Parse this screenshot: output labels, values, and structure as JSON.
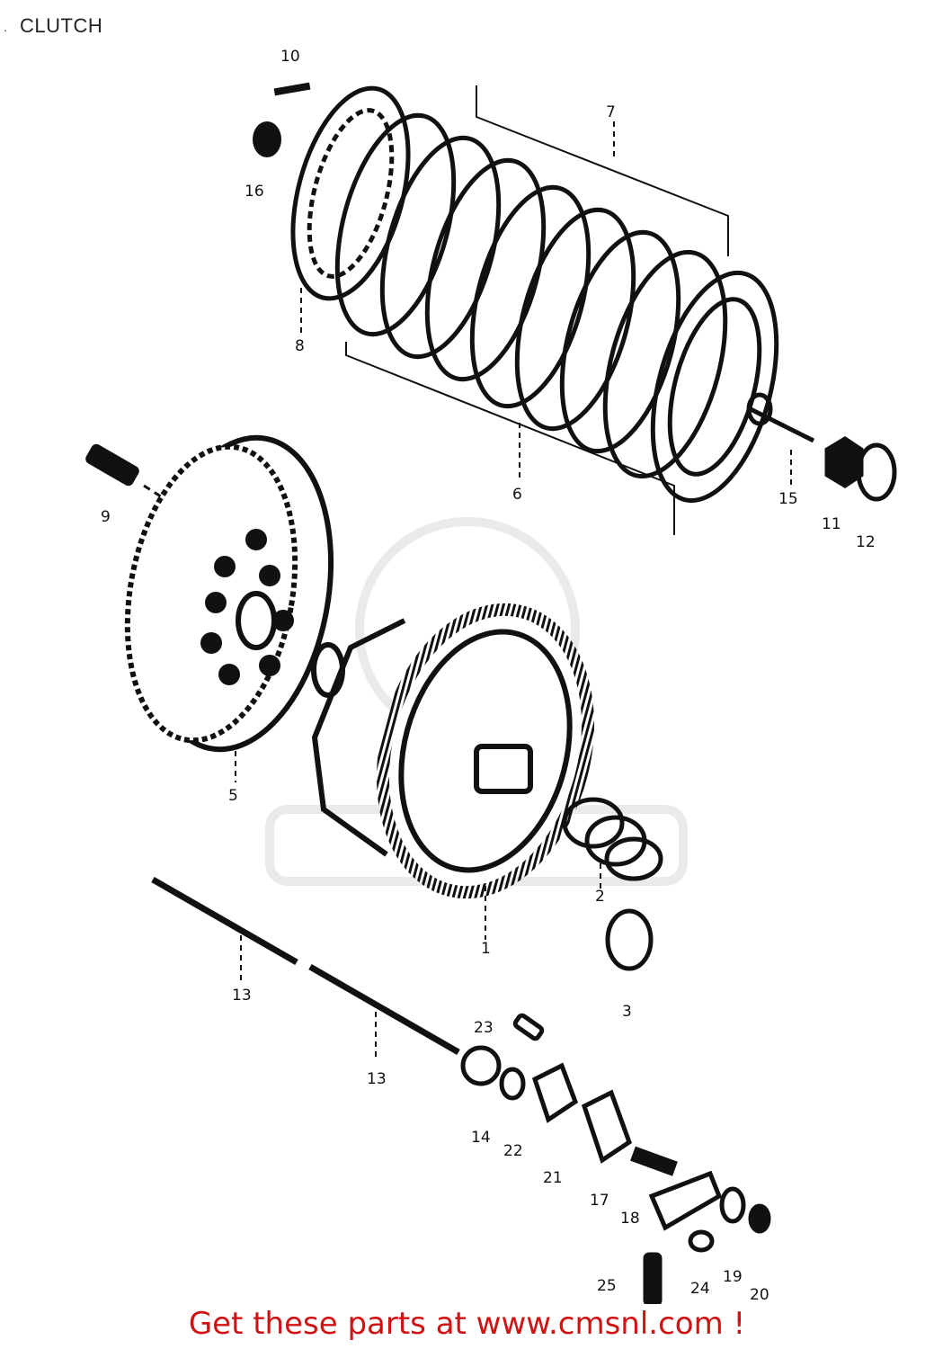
{
  "header": {
    "title": "CLUTCH"
  },
  "footer": {
    "text": "Get these parts at www.cmsnl.com !"
  },
  "labels": {
    "p1": "1",
    "p2": "2",
    "p3": "3",
    "p5": "5",
    "p6": "6",
    "p7": "7",
    "p8": "8",
    "p9": "9",
    "p10": "10",
    "p11": "11",
    "p12": "12",
    "p13a": "13",
    "p13b": "13",
    "p14": "14",
    "p15": "15",
    "p16": "16",
    "p17": "17",
    "p18": "18",
    "p19": "19",
    "p20": "20",
    "p21": "21",
    "p22": "22",
    "p23": "23",
    "p24": "24",
    "p25": "25"
  }
}
